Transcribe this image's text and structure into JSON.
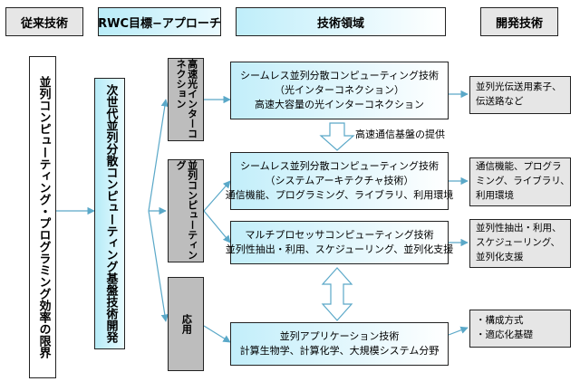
{
  "headers": {
    "conventional": "従来技術",
    "rwc_goal": "RWC目標−アプローチ",
    "tech_area": "技術領域",
    "dev_tech": "開発技術"
  },
  "conventional_limit": "並列コンピューティング・プログラミング効率の限界",
  "rwc_approach": "次世代並列分散コンピューティング基盤技術開発",
  "categories": {
    "optical": "高速光インターコネクション",
    "parallel": "並列コンピューティング",
    "application": "応用"
  },
  "areas": {
    "optical": {
      "line1": "シームレス並列分散コンピューティング技術",
      "line2": "（光インターコネクション）",
      "line3": "高速大容量の光インターコネクション"
    },
    "system": {
      "line1": "シームレス並列分散コンピューティング技術",
      "line2": "（システムアーキテクチャ技術）",
      "line3": "通信機能、プログラミング、ライブラリ、利用環境"
    },
    "multiproc": {
      "line1": "マルチプロセッサコンピューティング技術",
      "line2": "並列性抽出・利用、スケジューリング、並列化支援"
    },
    "app": {
      "line1": "並列アプリケーション技術",
      "line2": "計算生物学、計算化学、大規模システム分野"
    }
  },
  "provide_note": "高速通信基盤の提供",
  "dev_items": {
    "optical": {
      "line1": "並列光伝送用素子、",
      "line2": "伝送路など"
    },
    "system": {
      "line1": "通信機能、プログラ",
      "line2": "ミング、ライブラリ、",
      "line3": "利用環境"
    },
    "multiproc": {
      "line1": "並列性抽出・利用、",
      "line2": "スケジューリング、",
      "line3": "並列化支援"
    },
    "app": {
      "line1": "・構成方式",
      "line2": "・適応化基礎"
    }
  }
}
